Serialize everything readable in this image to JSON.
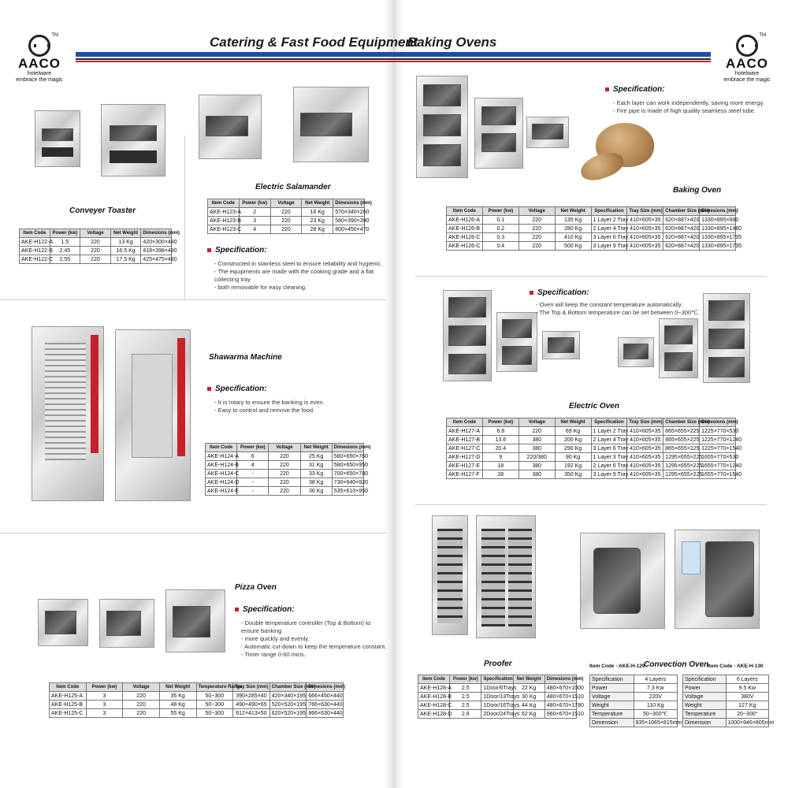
{
  "brand": {
    "name": "AACO",
    "tagline1": "hotelware",
    "tagline2": "embrace the magic",
    "tm": "TM"
  },
  "headings": {
    "left": "Catering & Fast Food Equipment",
    "right": "Baking Ovens"
  },
  "colors": {
    "accent_blue": "#1b4fa3",
    "accent_red": "#c8202a"
  },
  "spec_title": "Specification:",
  "conveyer_toaster": {
    "title": "Conveyer Toaster",
    "headers": [
      "Item Code",
      "Power (kw)",
      "Voltage",
      "Net Weight",
      "Dimesions (mm)"
    ],
    "rows": [
      [
        "AKE-H122-A",
        "1.5",
        "220",
        "13 Kg",
        "420×300×480"
      ],
      [
        "AKE-H122-B",
        "2.45",
        "220",
        "16.5 Kg",
        "418×398×480"
      ],
      [
        "AKE-H122-C",
        "2.55",
        "220",
        "17.5 Kg",
        "425×475×480"
      ]
    ]
  },
  "electric_salamander": {
    "title": "Electric Salamander",
    "headers": [
      "Item Code",
      "Power (kw)",
      "Voltage",
      "Net Weight",
      "Dimesions (mm)"
    ],
    "rows": [
      [
        "AKE-H123-A",
        "2",
        "220",
        "16 Kg",
        "570×340×260"
      ],
      [
        "AKE-H123-B",
        "3",
        "220",
        "23 Kg",
        "580×390×390"
      ],
      [
        "AKE-H123-C",
        "4",
        "220",
        "28 Kg",
        "800×450×470"
      ]
    ],
    "spec": [
      "Constructed in stainless steel to ensure reliability and hygienic.",
      "The equipments are made with the cooking grade and a flat collecting tray",
      "both removable for easy cleaning."
    ]
  },
  "shawarma": {
    "title": "Shawarma Machine",
    "spec": [
      "It is rotary to ensure the banking is even.",
      "Easy to control and remove the food."
    ],
    "headers": [
      "Item Code",
      "Power (kw)",
      "Voltage",
      "Net Weight",
      "Dimesions (mm)"
    ],
    "rows": [
      [
        "AKE-H124-A",
        "6",
        "220",
        "25 Kg",
        "580×650×760"
      ],
      [
        "AKE-H124-B",
        "4",
        "220",
        "31 Kg",
        "580×650×950"
      ],
      [
        "AKE-H124-C",
        "-",
        "220",
        "33 Kg",
        "700×650×780"
      ],
      [
        "AKE-H124-D",
        "-",
        "220",
        "38 Kg",
        "730×640×920"
      ],
      [
        "AKE-H124-E",
        "-",
        "220",
        "36 Kg",
        "535×610×950"
      ]
    ]
  },
  "pizza_oven": {
    "title": "Pizza Oven",
    "spec": [
      "Double temperature controller (Top & Bottom) to ensure banking",
      "more quickly and evenly.",
      "Automatic cut-down to keep the temperature constant.",
      "Timer range 0-60 mins."
    ],
    "headers": [
      "Item Code",
      "Power (kw)",
      "Voltage",
      "Net Weight",
      "Temperature Range",
      "Tray Size (mm)",
      "Chamber Size (mm)",
      "Dimesions (mm)"
    ],
    "rows": [
      [
        "AKE-H125-A",
        "3",
        "220",
        "35 Kg",
        "50~300",
        "390×285×40",
        "420×340×195",
        "666×450×440"
      ],
      [
        "AKE-H125-B",
        "3",
        "220",
        "48 Kg",
        "50~300",
        "490×490×65",
        "520×520×195",
        "766×630×440"
      ],
      [
        "AKE-H125-C",
        "3",
        "220",
        "55 Kg",
        "50~300",
        "612×413×50",
        "620×520×195",
        "866×630×440"
      ]
    ]
  },
  "baking_oven": {
    "title": "Baking Oven",
    "spec": [
      "Each layer can work independently, saving more energy.",
      "Fire pipe is made of high quality seamless steel tube."
    ],
    "headers": [
      "Item Code",
      "Power (kw)",
      "Voltage",
      "Net Weight",
      "Specification",
      "Tray Size (mm)",
      "Chamber Size (mm)",
      "Dimesions (mm)"
    ],
    "rows": [
      [
        "AKE-H126-A",
        "0.1",
        "220",
        "135 Kg",
        "1 Layer 2 Tray",
        "410×605×35",
        "620×887×420",
        "1330×895×680"
      ],
      [
        "AKE-H126-B",
        "0.2",
        "220",
        "280 Kg",
        "2 Layer 4 Tray",
        "410×605×35",
        "620×887×420",
        "1330×895×1460"
      ],
      [
        "AKE-H126-C",
        "0.3",
        "220",
        "410 Kg",
        "3 Layer 6 Tray",
        "410×605×35",
        "620×887×420",
        "1330×895×1735"
      ],
      [
        "AKE-H126-C",
        "0.4",
        "220",
        "500 Kg",
        "3 Layer 9 Tray",
        "410×605×35",
        "620×887×420",
        "1330×895×1735"
      ]
    ]
  },
  "electric_oven": {
    "title": "Electric Oven",
    "spec": [
      "Oven will keep the constant temperature automatically.",
      "The Top & Bottom temperature can be set between 0~300℃."
    ],
    "headers": [
      "Item Code",
      "Power (kw)",
      "Voltage",
      "Net Weight",
      "Specification",
      "Tray Size (mm)",
      "Chamber Size (mm)",
      "Dimesions (mm)"
    ],
    "rows": [
      [
        "AKE-H127-A",
        "6.8",
        "220",
        "69 Kg",
        "1 Layer 2 Tray",
        "410×605×35",
        "865×655×225",
        "1225×770×530"
      ],
      [
        "AKE-H127-B",
        "13.6",
        "380",
        "200 Kg",
        "2 Layer 4 Tray",
        "410×605×35",
        "865×655×225",
        "1225×770×1240"
      ],
      [
        "AKE-H127-C",
        "20.4",
        "380",
        "290 Kg",
        "3 Layer 6 Tray",
        "410×605×35",
        "865×655×225",
        "1225×770×1540"
      ],
      [
        "AKE-H127-D",
        "9",
        "220/380",
        "90 Kg",
        "1 Layer 3 Tray",
        "410×605×35",
        "1295×655×225",
        "1655×770×530"
      ],
      [
        "AKE-H127-E",
        "18",
        "380",
        "192 Kg",
        "2 Layer 6 Tray",
        "410×605×35",
        "1295×655×225",
        "1655×770×1240"
      ],
      [
        "AKE-H127-F",
        "28",
        "380",
        "350 Kg",
        "3 Layer 9 Tray",
        "410×605×35",
        "1295×655×225",
        "1655×770×1540"
      ]
    ]
  },
  "proofer": {
    "title": "Proofer",
    "headers": [
      "Item Code",
      "Power (kw)",
      "Specification",
      "Net Weight",
      "Dimesions (mm)"
    ],
    "rows": [
      [
        "AKE-H128-A",
        "2.5",
        "1Door/6Trays",
        "22 Kg",
        "480×670×1000"
      ],
      [
        "AKE-H128-B",
        "2.5",
        "1Door/13Trays",
        "30 Kg",
        "480×670×1510"
      ],
      [
        "AKE-H128-C",
        "2.5",
        "1Door/16Trays",
        "44 Kg",
        "480×670×1780"
      ],
      [
        "AKE-H128-D",
        "2.8",
        "2Door/24Trays",
        "62 Kg",
        "960×670×1510"
      ]
    ]
  },
  "convection_oven": {
    "title": "Convection Oven",
    "a": {
      "code": "Item Code - AKE-H-129",
      "rows": [
        [
          "Specification",
          "4 Layers"
        ],
        [
          "Power",
          "7.3 Kw"
        ],
        [
          "Voltage",
          "220V"
        ],
        [
          "Weight",
          "110 Kg"
        ],
        [
          "Temperature",
          "50~300℃"
        ],
        [
          "Dimension",
          "835×1065×815mm"
        ]
      ]
    },
    "b": {
      "code": "Item Code - AKE-H-130",
      "rows": [
        [
          "Specification",
          "6 Layers"
        ],
        [
          "Power",
          "9.5 Kw"
        ],
        [
          "Voltage",
          "380V"
        ],
        [
          "Weight",
          "127 Kg"
        ],
        [
          "Temperature",
          "20~300°"
        ],
        [
          "Dimension",
          "1000×946×805mm"
        ]
      ]
    }
  }
}
